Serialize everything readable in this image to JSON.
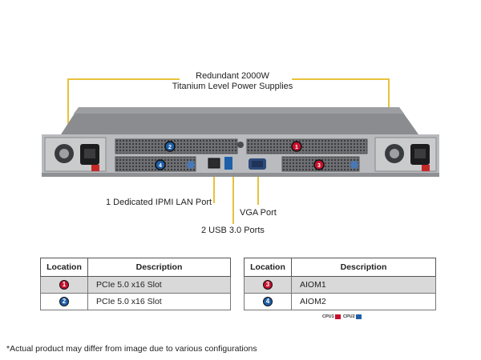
{
  "callouts": {
    "power_line1": "Redundant 2000W",
    "power_line2": "Titanium Level Power Supplies",
    "ipmi": "1 Dedicated IPMI LAN Port",
    "vga": "VGA Port",
    "usb": "2 USB 3.0 Ports"
  },
  "table_left": {
    "header_location": "Location",
    "header_description": "Description",
    "rows": [
      {
        "num": "1",
        "desc": "PCIe 5.0 x16 Slot",
        "color": "red"
      },
      {
        "num": "2",
        "desc": "PCIe 5.0 x16 Slot",
        "color": "blue"
      }
    ]
  },
  "table_right": {
    "header_location": "Location",
    "header_description": "Description",
    "rows": [
      {
        "num": "3",
        "desc": "AIOM1",
        "color": "red"
      },
      {
        "num": "4",
        "desc": "AIOM2",
        "color": "blue"
      }
    ]
  },
  "legend": {
    "cpu1": "CPU1",
    "cpu2": "CPU2",
    "cpu1_color": "#c8102e",
    "cpu2_color": "#1f5fa8"
  },
  "footnote": "*Actual product may differ from image due to various configurations",
  "colors": {
    "leader": "#e8c23a",
    "chassis": "#7a7c80"
  }
}
